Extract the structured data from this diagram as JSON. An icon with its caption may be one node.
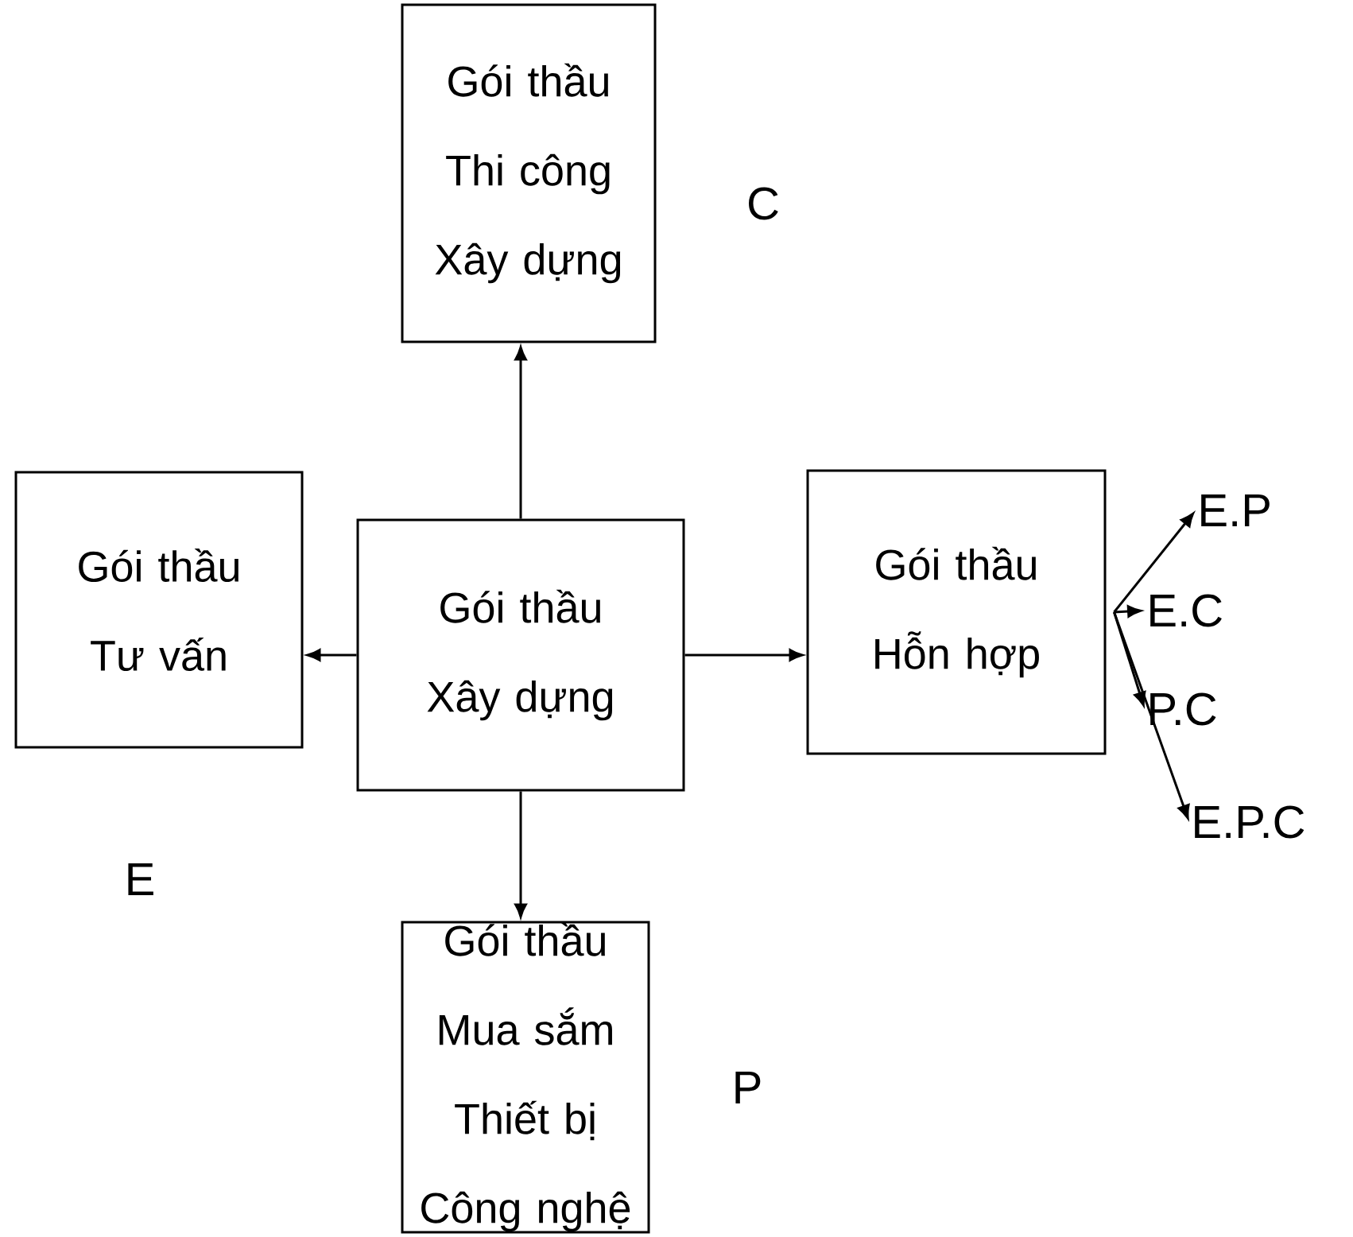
{
  "diagram": {
    "nodes": [
      {
        "text": [
          "Gói thầu Thi công Xây dựng"
        ],
        "beside": [
          "C"
        ]
      },
      {
        "text": [
          "Gói thầu Tư vấn"
        ],
        "beside": [
          "E"
        ]
      },
      {
        "text": [
          "Gói thầu Xây dựng"
        ]
      },
      {
        "text": [
          "Gói thầu Hỗn hợp"
        ]
      },
      {
        "text": [
          "E.P"
        ]
      },
      {
        "text": [
          "E.C"
        ]
      },
      {
        "text": [
          "P.C"
        ]
      },
      {
        "text": [
          "E.P.C"
        ]
      },
      {
        "text": [
          "Gói thầu Mua sắm Thiết bị Công nghệ"
        ],
        "beside": [
          "P"
        ]
      }
    ],
    "edges": [
      {
        "from": 2,
        "to": 0,
        "arrow": "to"
      },
      {
        "from": 2,
        "to": 1,
        "arrow": "to"
      },
      {
        "from": 2,
        "to": 3,
        "arrow": "to"
      },
      {
        "from": 2,
        "to": 8,
        "arrow": "to"
      },
      {
        "from": 3,
        "to": 4,
        "arrow": "to"
      },
      {
        "from": 3,
        "to": 5,
        "arrow": "to"
      },
      {
        "from": 3,
        "to": 6,
        "arrow": "to"
      },
      {
        "from": 3,
        "to": 7,
        "arrow": "to"
      }
    ]
  }
}
